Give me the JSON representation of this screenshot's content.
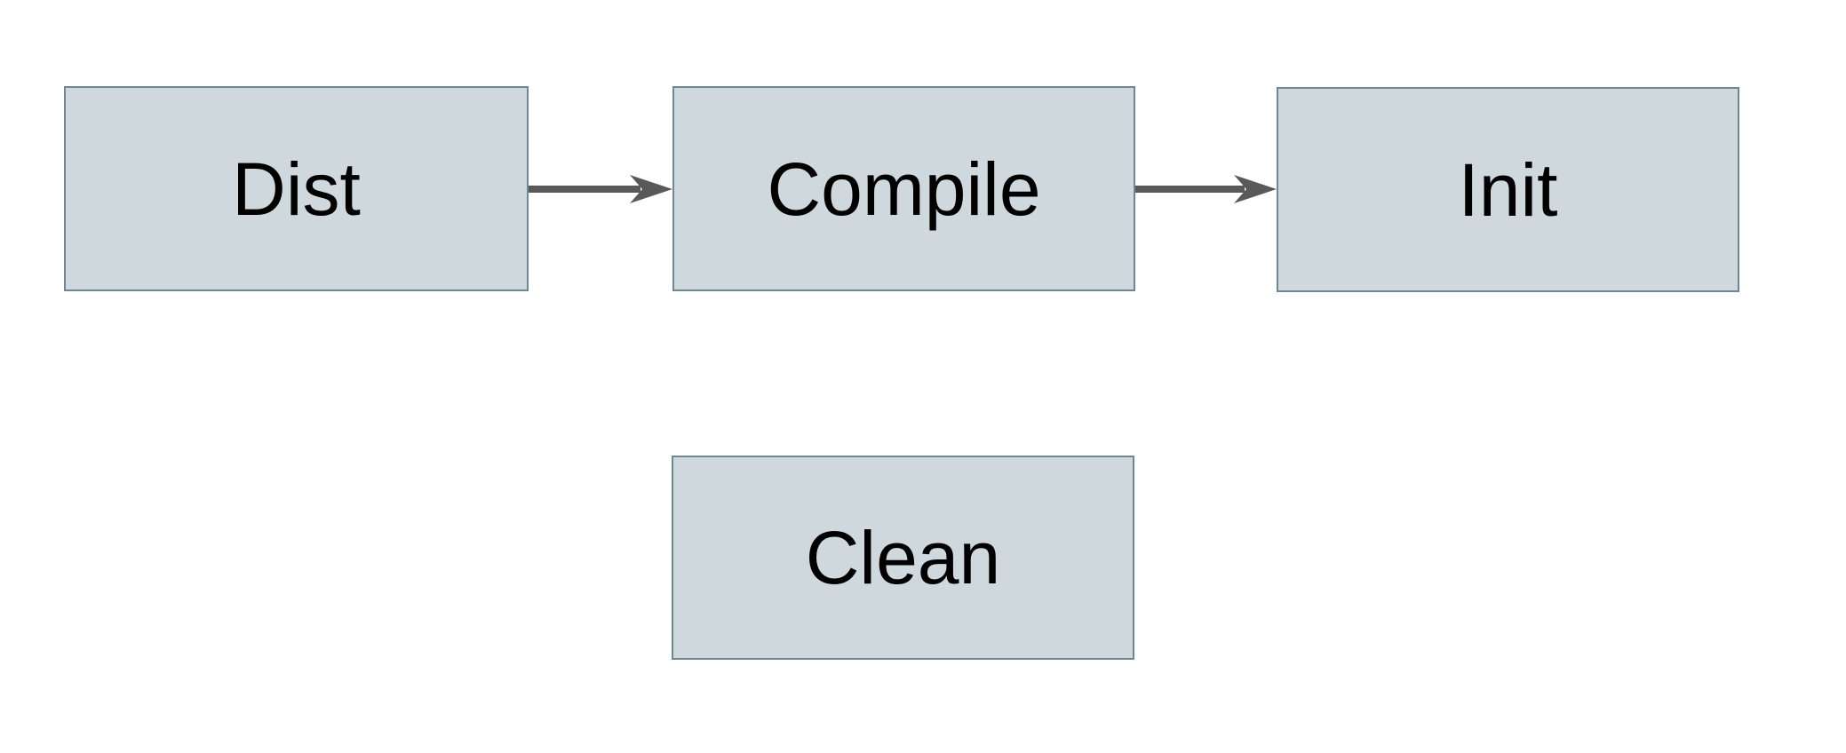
{
  "diagram": {
    "type": "flowchart",
    "colors": {
      "background": "#ffffff",
      "node_fill": "#cfd8dc",
      "node_border": "#6e8795",
      "arrow": "#595959",
      "text": "#000000"
    },
    "nodes": [
      {
        "id": "dist",
        "label": "Dist"
      },
      {
        "id": "compile",
        "label": "Compile"
      },
      {
        "id": "init",
        "label": "Init"
      },
      {
        "id": "clean",
        "label": "Clean"
      }
    ],
    "edges": [
      {
        "from": "Dist",
        "to": "Compile",
        "style": "solid-arrow-right"
      },
      {
        "from": "Compile",
        "to": "Init",
        "style": "solid-arrow-right"
      }
    ]
  }
}
